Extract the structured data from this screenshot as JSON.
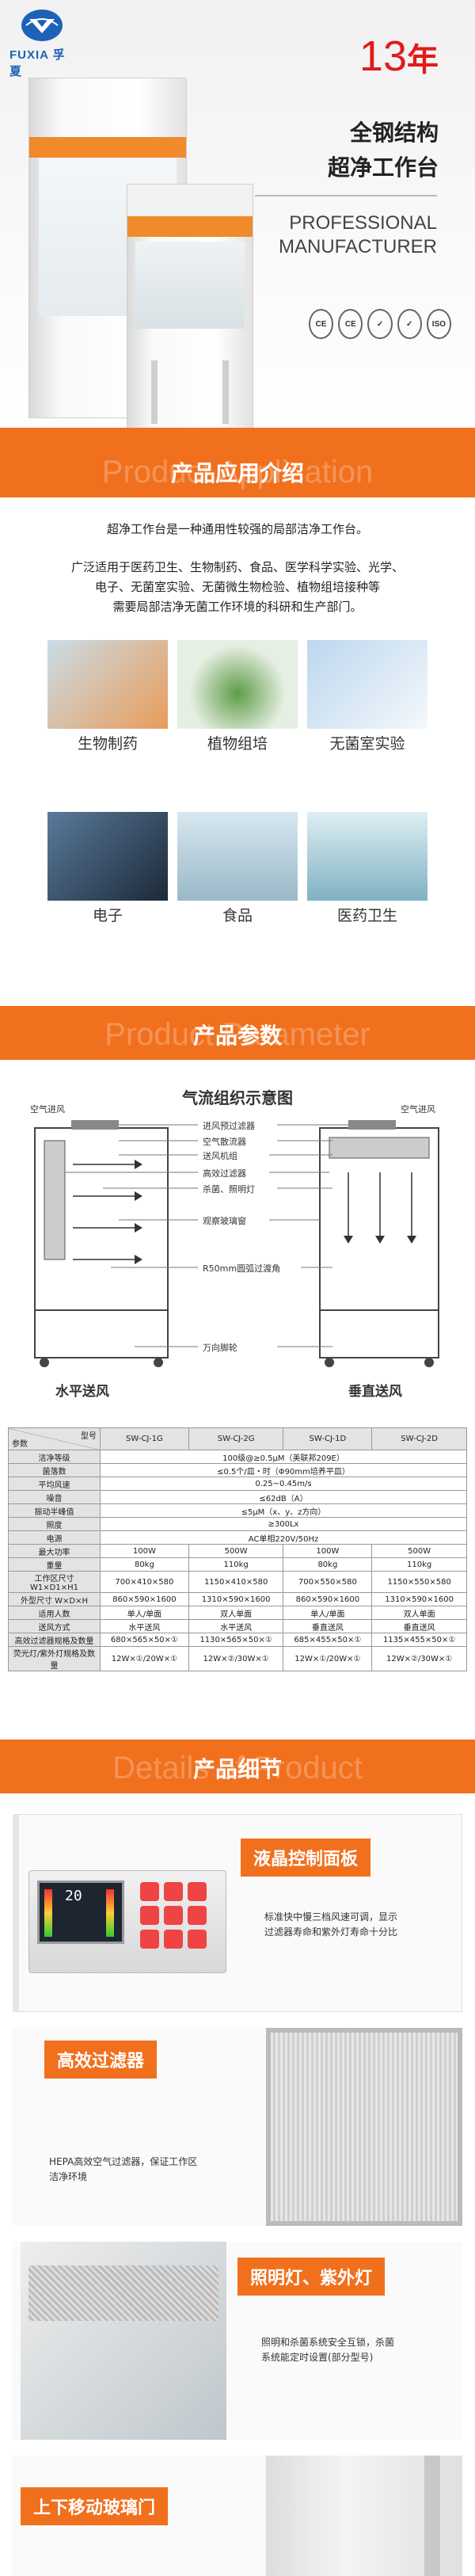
{
  "brand": {
    "name": "FUXIA",
    "cn": "孚夏"
  },
  "hero": {
    "years_num": "13",
    "years_unit": "年",
    "tag1": "全钢结构",
    "tag2": "超净工作台",
    "en1": "PROFESSIONAL",
    "en2": "MANUFACTURER",
    "certs": [
      "CE",
      "CE",
      "✓",
      "✓",
      "ISO"
    ]
  },
  "section1": {
    "ghost": "Product Application",
    "title": "产品应用介绍",
    "intro": "超净工作台是一种通用性较强的局部洁净工作台。",
    "para1": "广泛适用于医药卫生、生物制药、食品、医学科学实验、光学、",
    "para2": "电子、无菌室实验、无菌微生物检验、植物组培接种等",
    "para3": "需要局部洁净无菌工作环境的科研和生产部门。",
    "tiles": [
      {
        "label": "生物制药",
        "c1": "#c9dde9",
        "c2": "#e89c5a"
      },
      {
        "label": "植物组培",
        "c1": "#e6efe3",
        "c2": "#5f9c47"
      },
      {
        "label": "无菌室实验",
        "c1": "#bcd7ee",
        "c2": "#ffffff"
      },
      {
        "label": "电子",
        "c1": "#5a7a9b",
        "c2": "#1c2a38"
      },
      {
        "label": "食品",
        "c1": "#d7e8f1",
        "c2": "#9ab8c7"
      },
      {
        "label": "医药卫生",
        "c1": "#dfeef3",
        "c2": "#7fb1c3"
      }
    ]
  },
  "section2": {
    "ghost": "Product Parameter",
    "title": "产品参数",
    "diagram_title": "气流组织示意图",
    "left_fan_label": "空气进风",
    "right_fan_label": "空气进风",
    "callouts": [
      "进风预过滤器",
      "空气散流器",
      "送风机组",
      "高效过滤器",
      "杀菌、照明灯",
      "观察玻璃窗",
      "R50mm圆弧过渡角",
      "万向脚轮"
    ],
    "left_caption": "水平送风",
    "right_caption": "垂直送风",
    "table": {
      "corner_top": "型号",
      "corner_bottom": "参数",
      "models": [
        "SW-CJ-1G",
        "SW-CJ-2G",
        "SW-CJ-1D",
        "SW-CJ-2D"
      ],
      "rows": [
        {
          "label": "洁净等级",
          "merged": "100级@≥0.5μM（美联邦209E）"
        },
        {
          "label": "菌落数",
          "merged": "≤0.5个/皿・时（Φ90mm培养平皿）"
        },
        {
          "label": "平均风速",
          "merged": "0.25~0.45m/s"
        },
        {
          "label": "噪音",
          "merged": "≤62dB（A）"
        },
        {
          "label": "振动半峰值",
          "merged": "≤5μM（x、y、z方向）"
        },
        {
          "label": "照度",
          "merged": "≥300Lx"
        },
        {
          "label": "电源",
          "merged": "AC单相220V/50Hz"
        },
        {
          "label": "最大功率",
          "vals": [
            "100W",
            "500W",
            "100W",
            "500W"
          ]
        },
        {
          "label": "重量",
          "vals": [
            "80kg",
            "110kg",
            "80kg",
            "110kg"
          ]
        },
        {
          "label": "工作区尺寸",
          "sub": "W1×D1×H1",
          "vals": [
            "700×410×580",
            "1150×410×580",
            "700×550×580",
            "1150×550×580"
          ]
        },
        {
          "label": "外型尺寸",
          "sub": "W×D×H",
          "vals": [
            "860×590×1600",
            "1310×590×1600",
            "860×590×1600",
            "1310×590×1600"
          ]
        },
        {
          "label": "适用人数",
          "vals": [
            "单人/单面",
            "双人单面",
            "单人/单面",
            "双人单面"
          ]
        },
        {
          "label": "送风方式",
          "vals": [
            "水平送风",
            "水平送风",
            "垂直送风",
            "垂直送风"
          ]
        },
        {
          "label": "高效过滤器规格及数量",
          "vals": [
            "680×565×50×①",
            "1130×565×50×①",
            "685×455×50×①",
            "1135×455×50×①"
          ]
        },
        {
          "label": "荧光灯/紫外灯规格及数量",
          "vals": [
            "12W×①/20W×①",
            "12W×②/30W×①",
            "12W×①/20W×①",
            "12W×②/30W×①"
          ]
        }
      ]
    }
  },
  "section3": {
    "ghost": "Details of Product",
    "title": "产品细节",
    "panel1": {
      "title": "液晶控制面板",
      "desc1": "标准快中慢三档风速可调，显示",
      "desc2": "过滤器寿命和紫外灯寿命十分比",
      "display": "20"
    },
    "panel2": {
      "title": "高效过滤器",
      "desc1": "HEPA高效空气过滤器，保证工作区",
      "desc2": "洁净环境"
    },
    "panel3": {
      "title": "照明灯、紫外灯",
      "desc1": "照明和杀菌系统安全互锁，杀菌",
      "desc2": "系统能定时设置(部分型号)"
    },
    "panel4": {
      "title": "上下移动玻璃门"
    }
  },
  "colors": {
    "accent": "#f1701e",
    "brand": "#1d62b6",
    "red": "#e21b1b"
  }
}
